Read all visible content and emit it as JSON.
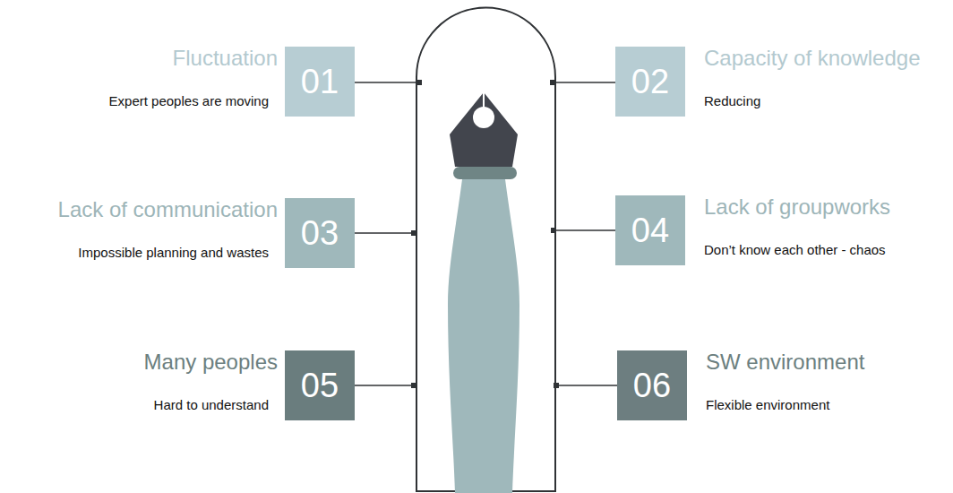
{
  "diagram": {
    "nodes": [
      {
        "text": [
          "01",
          "Fluctuation",
          "Expert peoples are moving"
        ]
      },
      {
        "text": [
          "02",
          "Capacity of knowledge",
          "Reducing"
        ]
      },
      {
        "text": [
          "03",
          "Lack of communication",
          "Impossible planning and wastes"
        ]
      },
      {
        "text": [
          "04",
          "Lack of groupworks",
          "Don’t know each other - chaos"
        ]
      },
      {
        "text": [
          "05",
          "Many peoples",
          "Hard to understand"
        ]
      },
      {
        "text": [
          "06",
          "SW environment",
          "Flexible environment"
        ]
      }
    ]
  }
}
